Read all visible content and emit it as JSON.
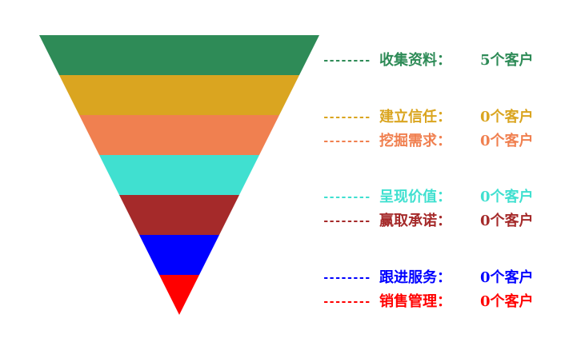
{
  "funnel": {
    "stages": [
      {
        "name": "收集资料：",
        "count": "5个客户",
        "color": "#2e8b57",
        "dashes": "--------"
      },
      {
        "name": "建立信任：",
        "count": "0个客户",
        "color": "#daa520",
        "dashes": "--------"
      },
      {
        "name": "挖掘需求：",
        "count": "0个客户",
        "color": "#f08050",
        "dashes": "--------"
      },
      {
        "name": "呈现价值：",
        "count": "0个客户",
        "color": "#40e0d0",
        "dashes": "--------"
      },
      {
        "name": "赢取承诺：",
        "count": "0个客户",
        "color": "#a52a2a",
        "dashes": "--------"
      },
      {
        "name": "跟进服务：",
        "count": "0个客户",
        "color": "#0000ff",
        "dashes": "--------"
      },
      {
        "name": "销售管理：",
        "count": "0个客户",
        "color": "#ff0000",
        "dashes": "--------"
      }
    ]
  }
}
